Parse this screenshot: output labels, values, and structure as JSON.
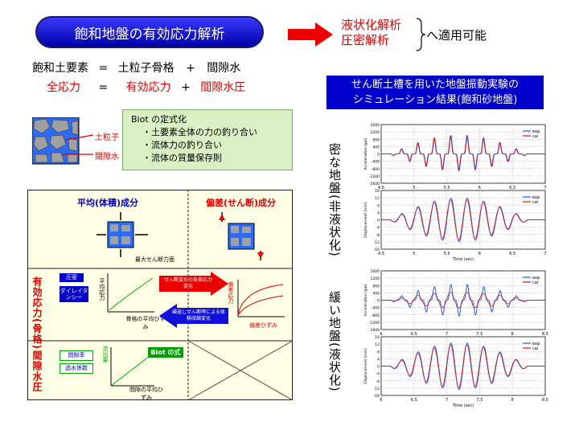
{
  "title": "飽和地盤の有効応力解析",
  "targets": {
    "line1": "液状化解析",
    "line2": "圧密解析",
    "suffix": "へ適用可能"
  },
  "eq1": {
    "a": "飽和土要素",
    "eq": "=",
    "b": "土粒子骨格",
    "plus": "+",
    "c": "間隙水"
  },
  "eq2": {
    "a": "全応力",
    "eq": "=",
    "b": "有効応力",
    "plus": "+",
    "c": "間隙水圧"
  },
  "soil_labels": {
    "particle": "土粒子",
    "water": "間隙水"
  },
  "biot": {
    "heading": "Biot の定式化",
    "items": [
      "・土要素全体の力の釣り合い",
      "・流体力の釣り合い",
      "・流体の質量保存則"
    ]
  },
  "grid": {
    "col1": "平均(体積)成分",
    "col2": "偏差(せん断)成分",
    "shear_plane": "最大せん断力面",
    "row1": "有効応力(骨格)",
    "row2": "間隙水圧",
    "compress": "圧密",
    "dilatancy": "ダイレイタンシー",
    "avg_stress": "平均応力",
    "skel_strain": "骨格の平均ひずみ",
    "arrow1": "せん断変形の負荷応力変化",
    "arrow2": "繰返しせん断時による体積収縮変化",
    "dev_stress": "偏差応力",
    "dev_strain": "偏差ひずみ",
    "porosity": "間隙率",
    "perm": "透水係数",
    "flow": "流出量",
    "pore_strain": "間隙の平均ひずみ",
    "biot_tag": "Biot の式"
  },
  "right_header": {
    "line1": "せん断土槽を用いた地盤振動実験の",
    "line2": "シミュレーション結果(飽和砂地盤)"
  },
  "case_dense": "密な地盤(非液状化)",
  "case_loose": "緩い地盤(液状化)",
  "colors": {
    "exp": "#1f5fff",
    "cal": "#e01010",
    "title_blue": "#0000cc"
  },
  "chart_data": [
    {
      "type": "line",
      "title": "",
      "ylabel": "Acceleration (gal)",
      "xlabel": "",
      "x_ticks": [
        4.5,
        5,
        5.5,
        6,
        6.5,
        7
      ],
      "xlim": [
        4.5,
        7
      ],
      "y_ticks": [
        -1600,
        -1200,
        -800,
        -400,
        0,
        400,
        800,
        1200,
        1600
      ],
      "ylim": [
        -1600,
        1600
      ],
      "series": [
        {
          "name": "exp"
        },
        {
          "name": "cal"
        }
      ],
      "grid": true,
      "legend": "top-right"
    },
    {
      "type": "line",
      "title": "",
      "ylabel": "Displacement (mm)",
      "xlabel": "Time (sec)",
      "x_ticks": [
        4.5,
        5,
        5.5,
        6,
        6.5,
        7
      ],
      "xlim": [
        4.5,
        7
      ],
      "y_ticks": [
        -16,
        -12,
        -8,
        -4,
        0,
        4,
        8,
        12,
        16
      ],
      "ylim": [
        -16,
        16
      ],
      "series": [
        {
          "name": "exp"
        },
        {
          "name": "cal"
        }
      ],
      "grid": true,
      "legend": "top-right"
    },
    {
      "type": "line",
      "title": "",
      "ylabel": "Acceleration (gal)",
      "xlabel": "",
      "x_ticks": [
        6,
        6.5,
        7,
        7.5,
        8,
        8.5
      ],
      "xlim": [
        6,
        8.5
      ],
      "y_ticks": [
        -1600,
        -1200,
        -800,
        -400,
        0,
        400,
        800,
        1200,
        1600
      ],
      "ylim": [
        -1600,
        1600
      ],
      "series": [
        {
          "name": "exp"
        },
        {
          "name": "cal"
        }
      ],
      "grid": true,
      "legend": "top-right"
    },
    {
      "type": "line",
      "title": "",
      "ylabel": "Displacement (mm)",
      "xlabel": "Time (sec)",
      "x_ticks": [
        6,
        6.5,
        7,
        7.5,
        8,
        8.5
      ],
      "xlim": [
        6,
        8.5
      ],
      "y_ticks": [
        -16,
        -12,
        -8,
        -4,
        0,
        4,
        8,
        12,
        16
      ],
      "ylim": [
        -16,
        16
      ],
      "series": [
        {
          "name": "exp"
        },
        {
          "name": "cal"
        }
      ],
      "grid": true,
      "legend": "top-right"
    }
  ]
}
